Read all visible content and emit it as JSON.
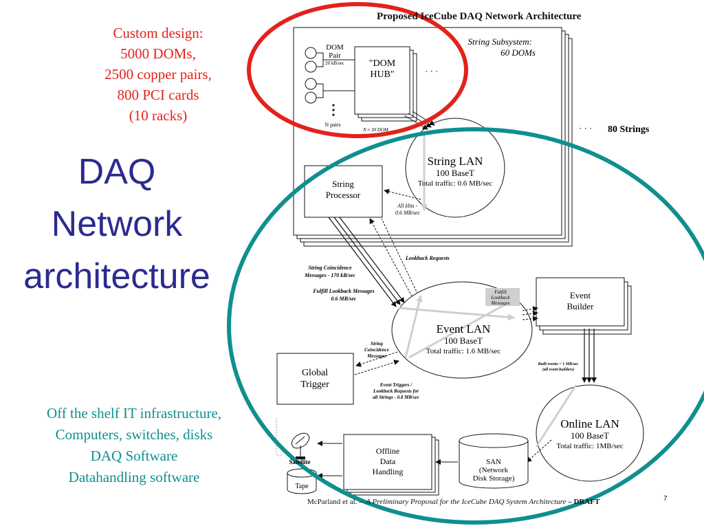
{
  "left_panel": {
    "custom_design_lines": [
      "Custom design:",
      "5000 DOMs,",
      "2500 copper pairs,",
      "800 PCI cards",
      "(10 racks)"
    ],
    "title_lines": [
      "DAQ",
      "Network",
      "architecture"
    ],
    "infrastructure_lines": [
      "Off the shelf IT infrastructure,",
      "Computers, switches, disks",
      "DAQ Software",
      "Datahandling software"
    ]
  },
  "diagram": {
    "title": "Proposed IceCube DAQ Network Architecture",
    "string_subsystem": [
      "String Subsystem:",
      "60 DOMs"
    ],
    "dom_pair": [
      "DOM",
      "Pair"
    ],
    "dom_pair_rate": "20 kB/sec",
    "dom_hub": [
      "\"DOM",
      "HUB\""
    ],
    "n_pairs": "N pairs",
    "n_pairs_note": "N ≈ 30 DOM",
    "ellipsis": "· · ·",
    "strings_ellipsis": "· · ·",
    "strings_count": "80 Strings",
    "string_lan": {
      "name": "String LAN",
      "speed": "100 BaseT",
      "traffic": "Total traffic: 0.6 MB/sec"
    },
    "all_hits": [
      "All Hits -",
      "0.6 MB/sec"
    ],
    "string_processor": [
      "String",
      "Processor"
    ],
    "lookback_requests": "Lookback Requests",
    "string_coincidence_msgs": [
      "String Coincidence",
      "Messages - 170 kB/sec"
    ],
    "fulfill_lookback_msgs": [
      "Fulfill Lookback Messages",
      "0.6 MB/sec"
    ],
    "fulfill_lookback_small": [
      "Fulfill",
      "Lookback",
      "Messages"
    ],
    "event_lan": {
      "name": "Event LAN",
      "speed": "100 BaseT",
      "traffic": "Total traffic: 1.6 MB/sec"
    },
    "event_builder": [
      "Event",
      "Builder"
    ],
    "string_coincidence_small": [
      "String",
      "Coincidence",
      "Messages"
    ],
    "global_trigger": [
      "Global",
      "Trigger"
    ],
    "event_triggers": [
      "Event Triggers /",
      "Lookback Requests for",
      "all Strings - 0.8 MB/sec"
    ],
    "built_events": [
      "Built events ~ 1 MB/sec",
      "(all event builders)"
    ],
    "online_lan": {
      "name": "Online LAN",
      "speed": "100 BaseT",
      "traffic": "Total traffic: 1MB/sec"
    },
    "san": [
      "SAN",
      "(Network",
      "Disk Storage)"
    ],
    "offline": [
      "Offline",
      "Data",
      "Handling"
    ],
    "satellite": "Satellite",
    "tape": "Tape"
  },
  "footer": {
    "authors": "McParland et al. -- ",
    "title_italic": "A Preliminary Proposal for the IceCube DAQ System Architecture",
    "draft": " – DRAFT"
  },
  "page_number": "7",
  "colors": {
    "red": "#e2221c",
    "navy": "#2b2b8f",
    "teal": "#0f8f8f"
  }
}
